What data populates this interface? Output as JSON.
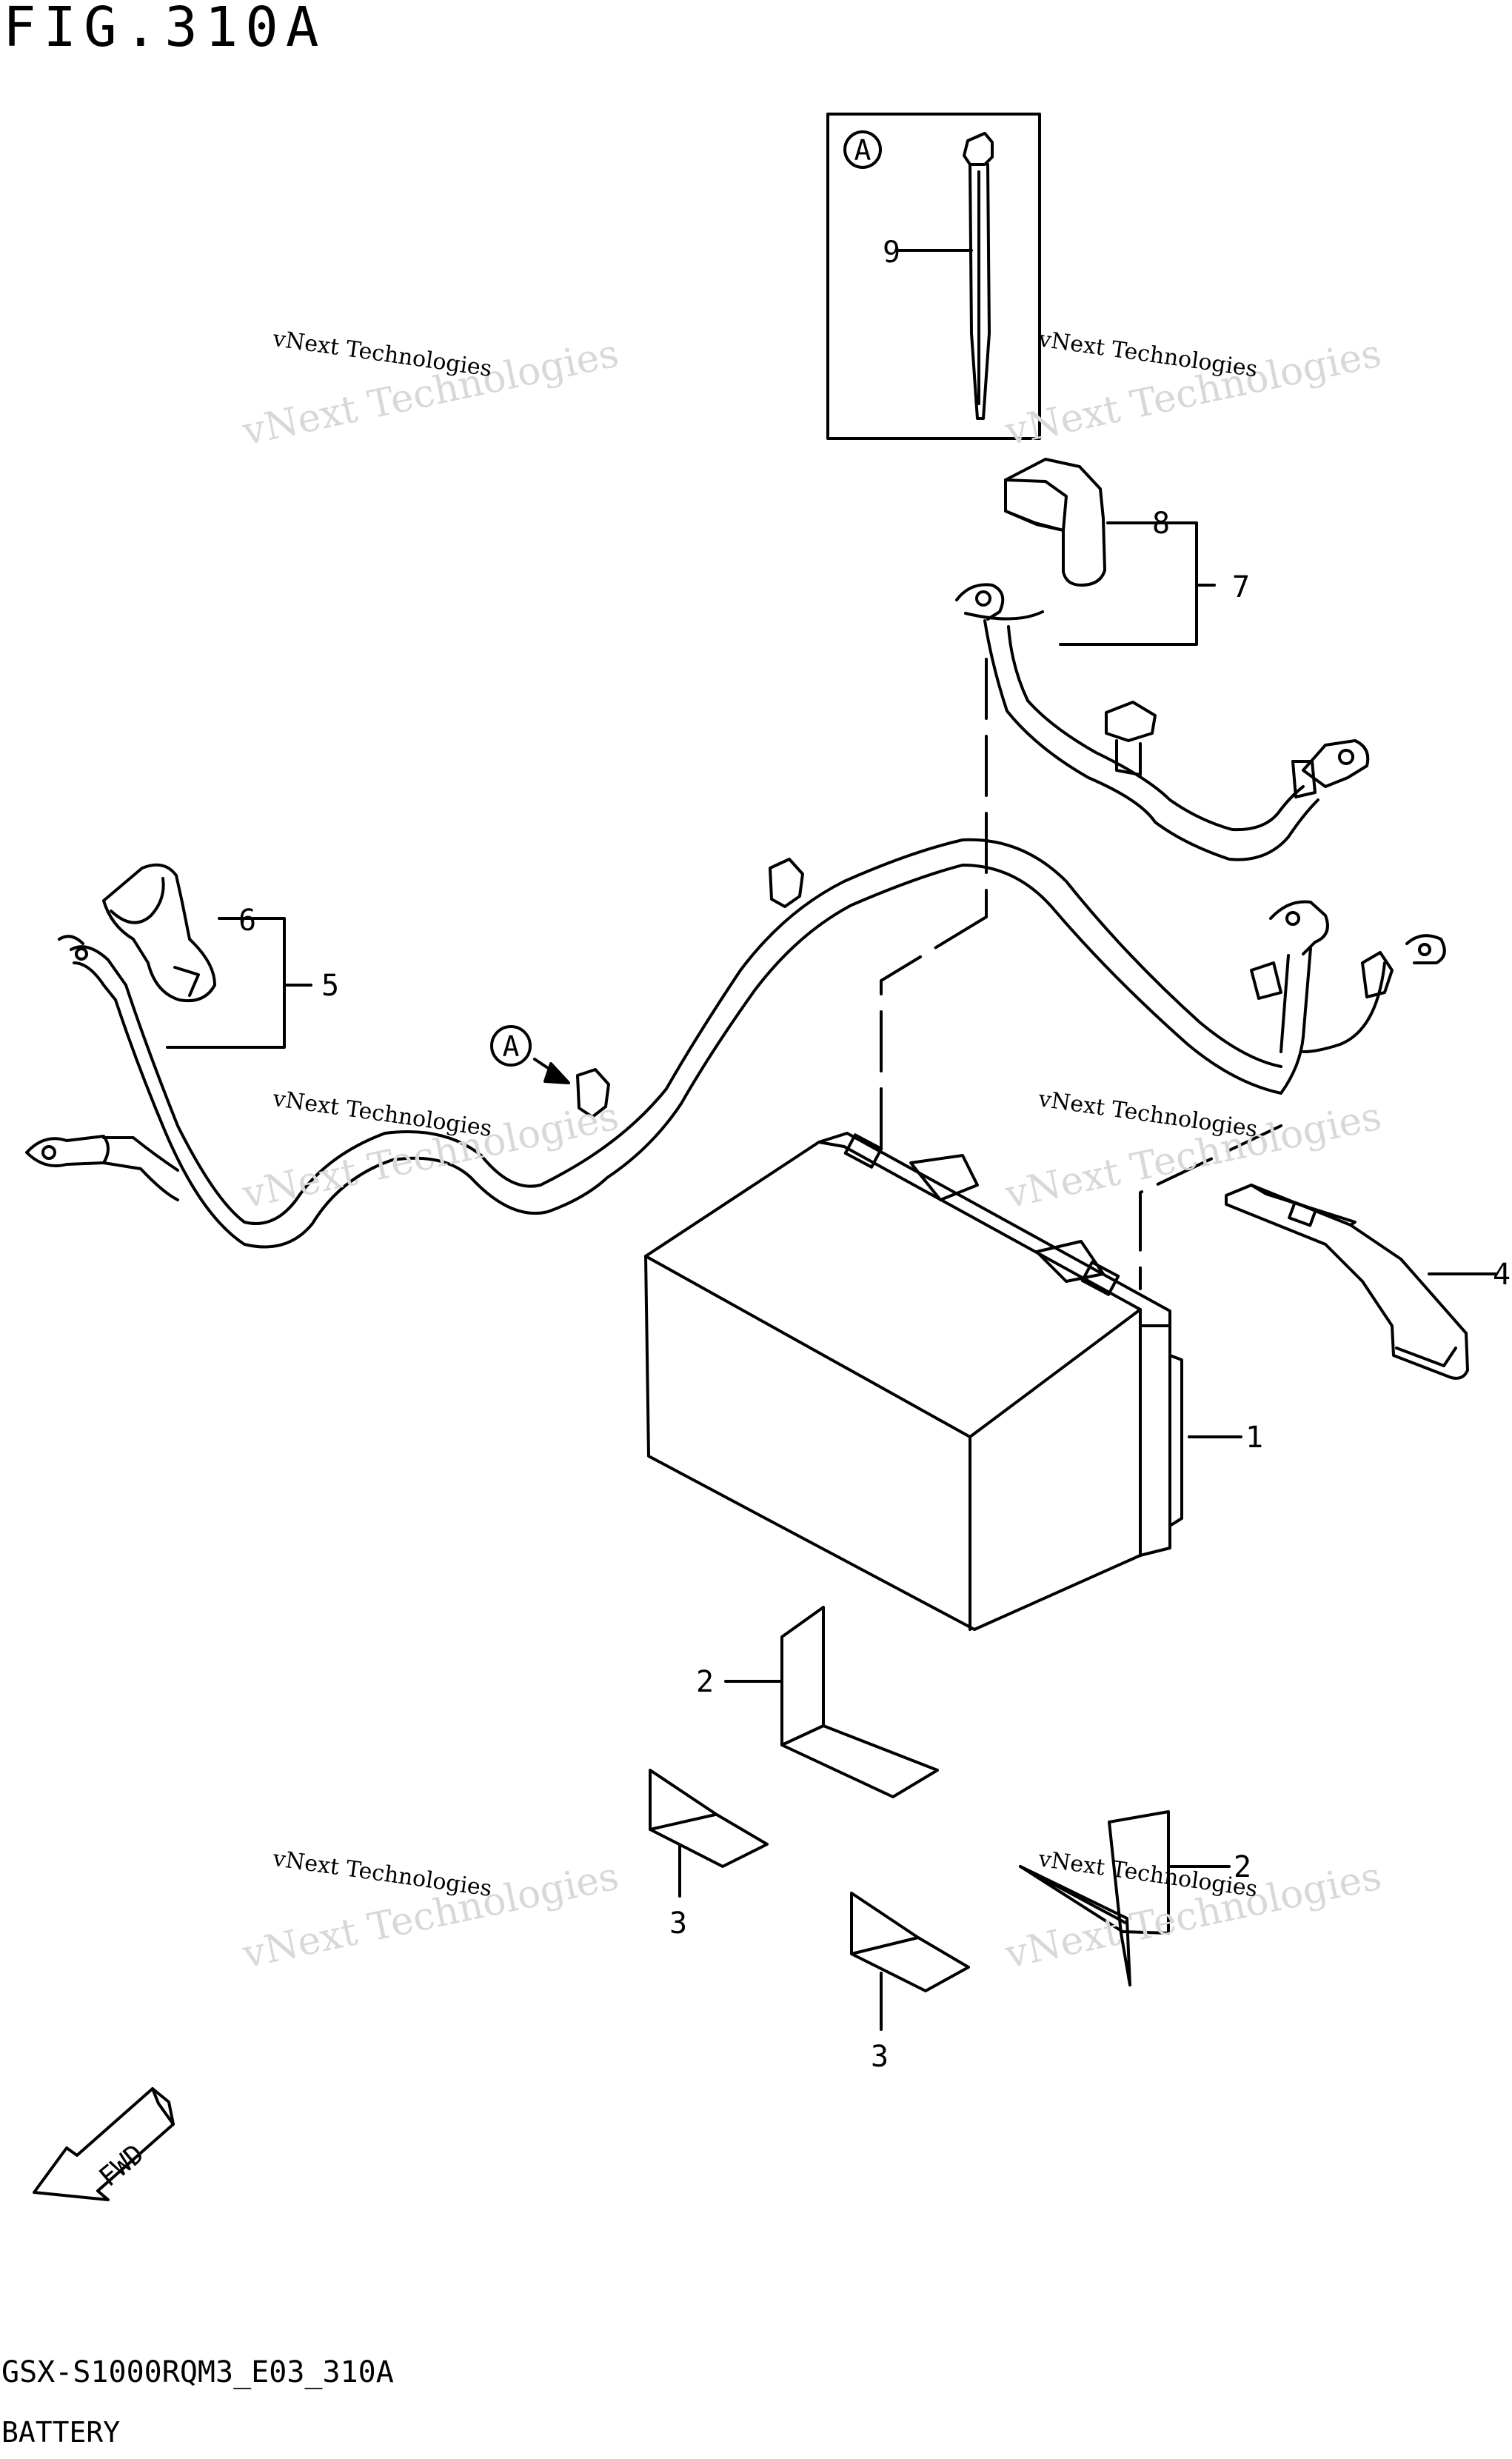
{
  "figure": {
    "title": "FIG.310A",
    "drawing_code": "GSX-S1000RQM3_E03_310A",
    "drawing_name": "BATTERY"
  },
  "detail_box": {
    "marker": "A",
    "part_callout": "9"
  },
  "reference_marker": "A",
  "callouts": [
    "1",
    "2",
    "2",
    "3",
    "3",
    "4",
    "5",
    "6",
    "7",
    "8"
  ],
  "fwd_arrow": {
    "label": "FWD"
  },
  "watermark": {
    "line1": "vNext Technologies",
    "line2": "vNext Technologies"
  }
}
